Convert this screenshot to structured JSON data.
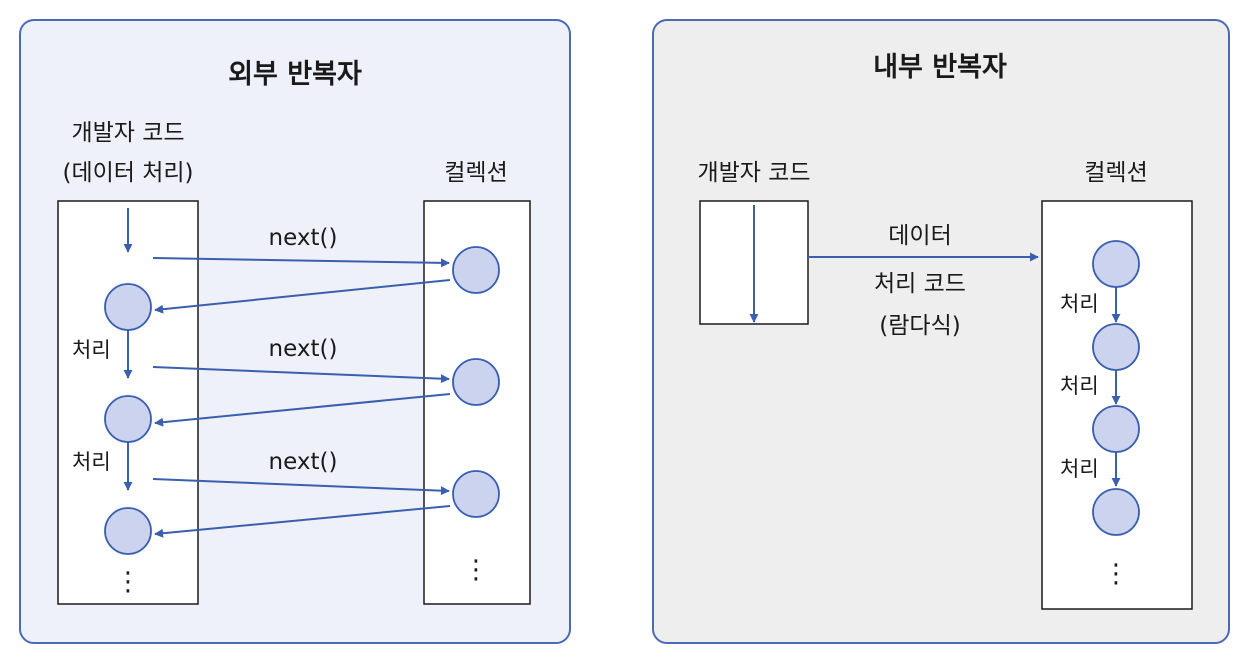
{
  "colors": {
    "left_panel_bg": "#eef1fa",
    "right_panel_bg": "#eeeeee",
    "panel_border": "#4a6ab4",
    "arrow": "#3a5fae",
    "node_fill": "#ccd3ee",
    "node_stroke": "#3a5fae"
  },
  "external": {
    "title": "외부 반복자",
    "dev_code_line1": "개발자 코드",
    "dev_code_line2": "(데이터  처리)",
    "collection_label": "컬렉션",
    "next_labels": [
      "next()",
      "next()",
      "next()"
    ],
    "process_labels": [
      "처리",
      "처리"
    ],
    "ellipsis_left": "⋮",
    "ellipsis_right": "⋮"
  },
  "internal": {
    "title": "내부 반복자",
    "dev_code_label": "개발자 코드",
    "collection_label": "컬렉션",
    "flow_label_line1": "데이터",
    "flow_label_line2": "처리 코드",
    "flow_label_line3": "(람다식)",
    "process_labels": [
      "처리",
      "처리",
      "처리"
    ],
    "ellipsis": "⋮"
  }
}
